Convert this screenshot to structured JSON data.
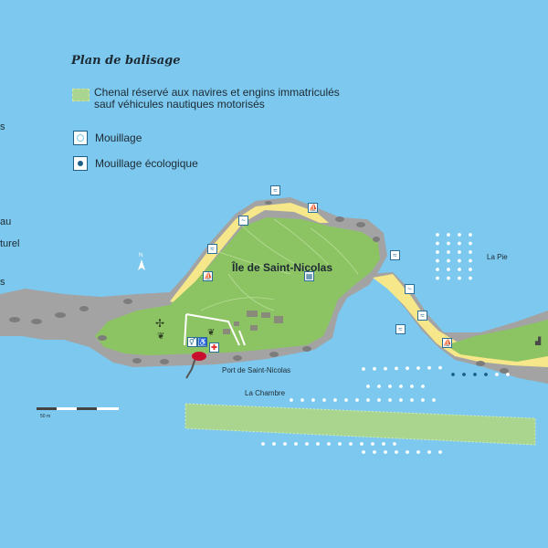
{
  "legend": {
    "title": "Plan de balisage",
    "chenal_line1": "Chenal réservé aux navires et engins immatriculés",
    "chenal_line2": "sauf véhicules nautiques motorisés",
    "mouillage": "Mouillage",
    "mouillage_eco": "Mouillage écologique"
  },
  "left_fragments": [
    "s",
    "au",
    "turel",
    "s"
  ],
  "island_label": "Île de Saint-Nicolas",
  "places": {
    "port": "Port de Saint-Nicolas",
    "chambre": "La Chambre",
    "pie": "La Pie"
  },
  "scale_label": "50 m",
  "colors": {
    "sea": "#7cc8ee",
    "land": "#8dc463",
    "beach": "#f6e78a",
    "rock": "#a3a3a3",
    "channel": "#a9d58f",
    "mooring_white": "#ffffff",
    "mooring_eco": "#1c5f86",
    "poi_border": "#2a6d96",
    "first_aid": "#e23030"
  },
  "icons": [
    "beach-activity-icon",
    "swimmer-icon",
    "windsurf-icon",
    "wc-icon",
    "first-aid-icon",
    "windmill-icon",
    "picnic-icon",
    "compass-north-icon"
  ]
}
